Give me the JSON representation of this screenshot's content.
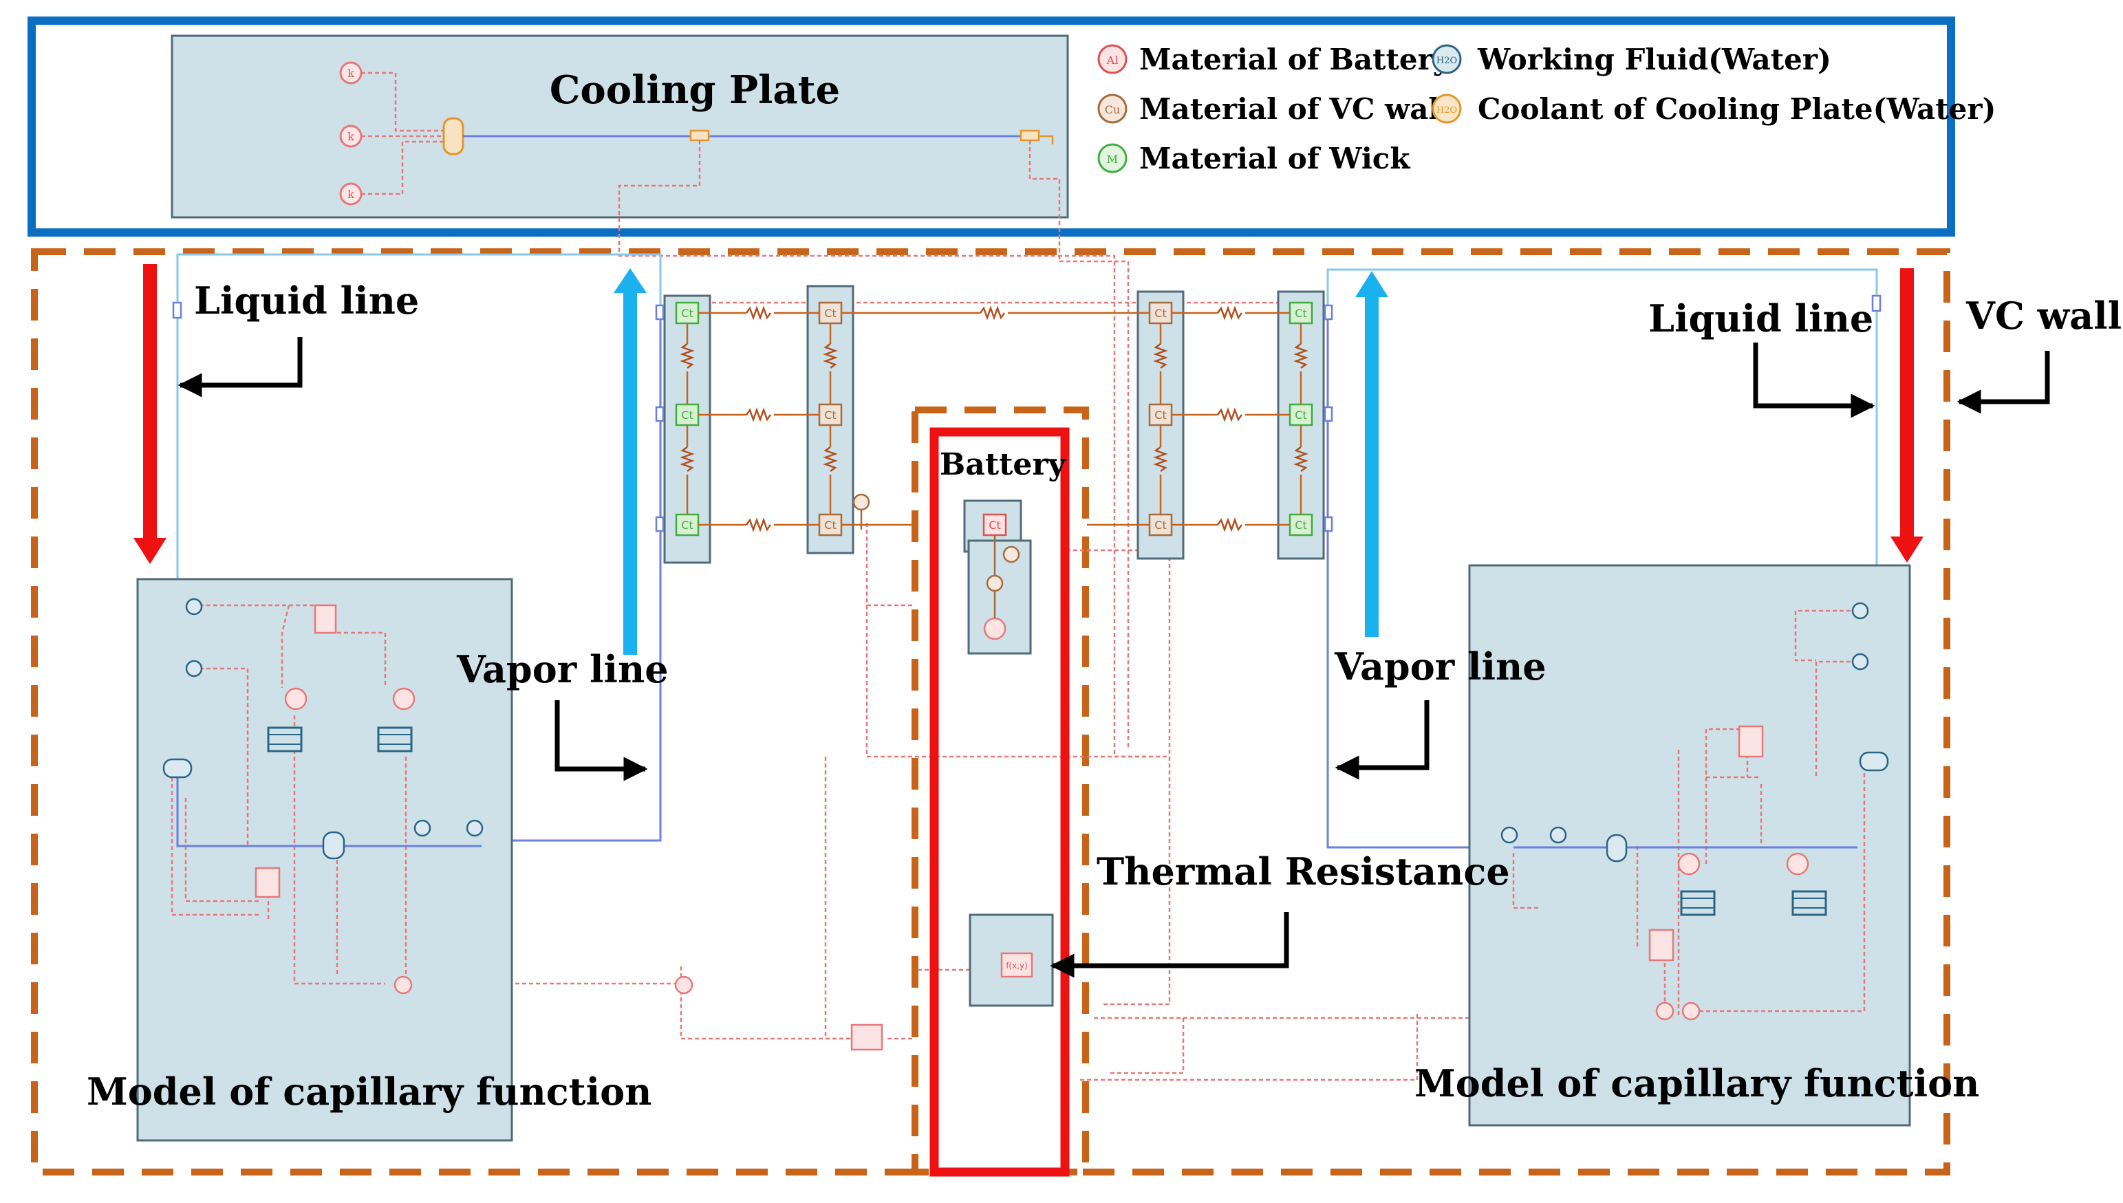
{
  "colors": {
    "blue_frame": "#0a6fc2",
    "orange_frame": "#c8641a",
    "red": "#ee1111",
    "cyan_arrow": "#19b1ee",
    "panel": "#cfe1e8",
    "panel_stroke": "#516a78",
    "signal": "#e77878",
    "fluid_line": "#6a7fe0",
    "liquid_line": "#8ac7ea",
    "battery_icon": "#e04f4f",
    "vc_wall_icon": "#a66b3c",
    "wick_icon": "#3fae3f",
    "water_icon": "#2a6585",
    "coolant_icon": "#e6952a"
  },
  "title": "Cooling Plate",
  "legend": [
    {
      "icon": "battery-material-icon",
      "symbol": "Al",
      "color": "#e04f4f",
      "label": "Material of Battery"
    },
    {
      "icon": "vc-wall-material-icon",
      "symbol": "Cu",
      "color": "#a66b3c",
      "label": "Material of VC wall"
    },
    {
      "icon": "wick-material-icon",
      "symbol": "M",
      "color": "#3fae3f",
      "label": "Material of Wick"
    },
    {
      "icon": "working-fluid-icon",
      "symbol": "H2O",
      "color": "#2a6585",
      "label": "Working Fluid(Water)"
    },
    {
      "icon": "coolant-icon",
      "symbol": "H2O",
      "color": "#e6952a",
      "label": "Coolant of Cooling Plate(Water)"
    }
  ],
  "labels": {
    "liquid_line_left": "Liquid line",
    "liquid_line_right": "Liquid line",
    "vc_wall": "VC wall",
    "vapor_line_left": "Vapor line",
    "vapor_line_right": "Vapor line",
    "battery": "Battery",
    "thermal_resistance": "Thermal Resistance",
    "capillary_left": "Model of capillary function",
    "capillary_right": "Model of capillary function"
  },
  "symbols": {
    "conductive": "Ct",
    "sensor": "k",
    "function": "f(x,y)"
  }
}
